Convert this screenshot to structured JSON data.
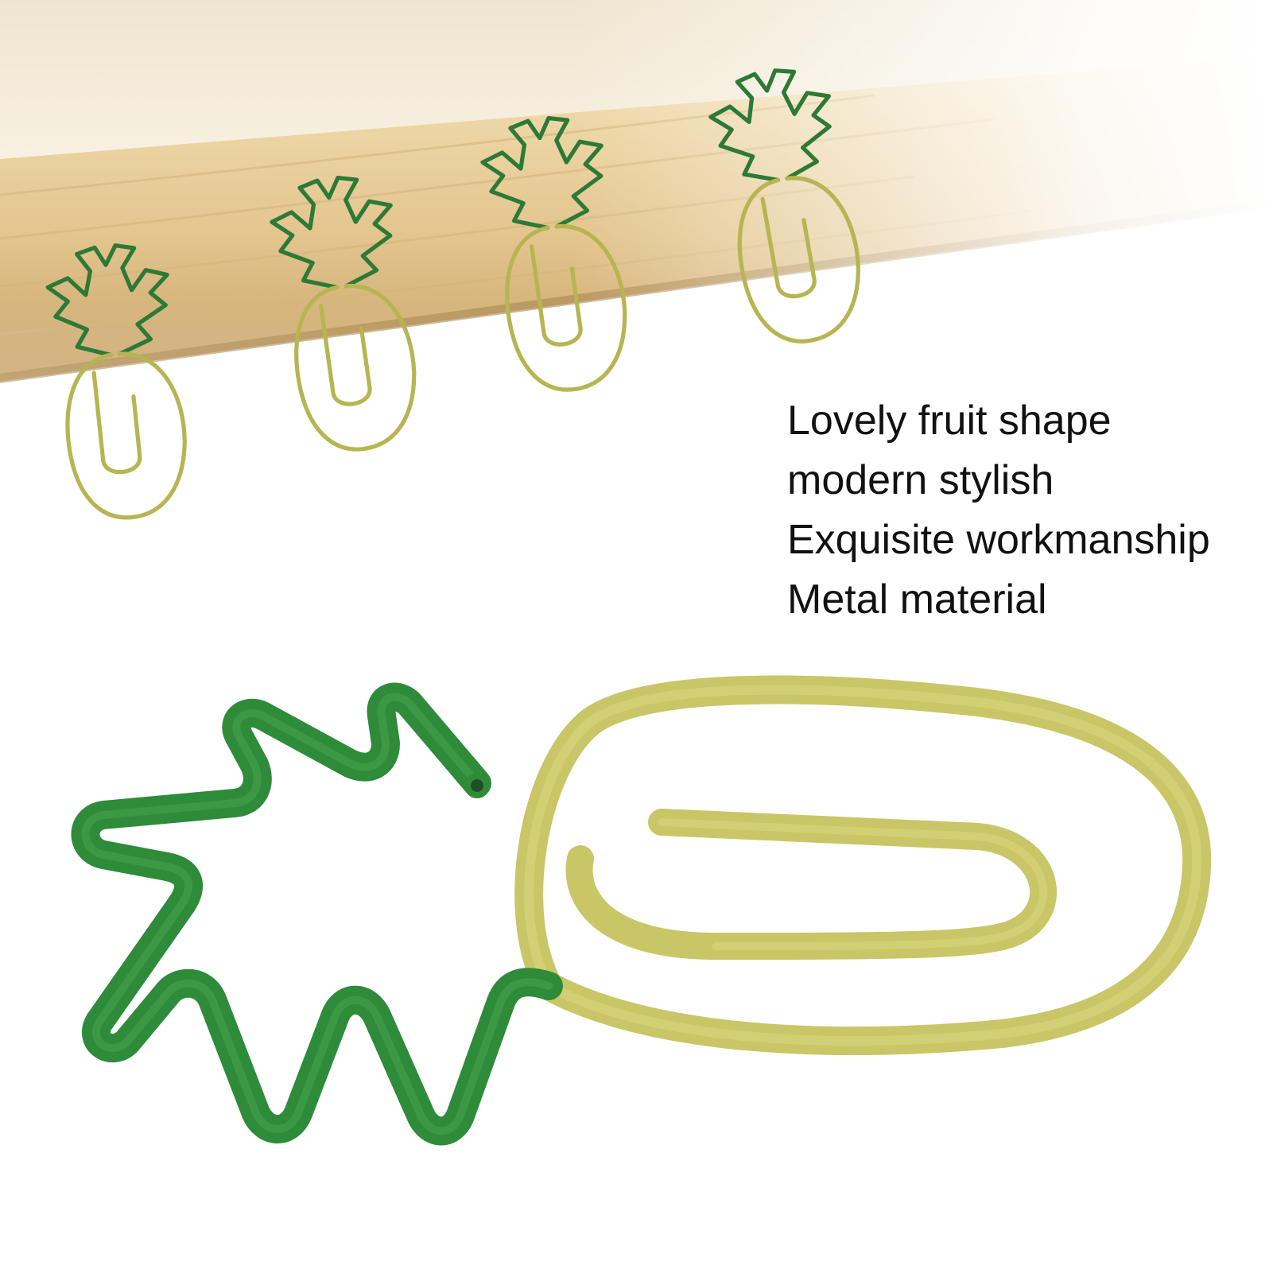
{
  "features": {
    "line_1": "Lovely fruit shape",
    "line_2": "modern stylish",
    "line_3": "Exquisite workmanship",
    "line_4": "Metal material"
  },
  "colors": {
    "background": "#ffffff",
    "wood_light": "#f3e0b4",
    "wood_mid": "#e3c58e",
    "wood_dark": "#c9a46a",
    "leaf_green": "#2e8b3a",
    "leaf_green_dark": "#1f6e2c",
    "fruit_yellow": "#c9c667",
    "fruit_yellow_light": "#d9d77e",
    "text": "#111111"
  },
  "icons": {
    "clip": "pineapple-paper-clip"
  }
}
